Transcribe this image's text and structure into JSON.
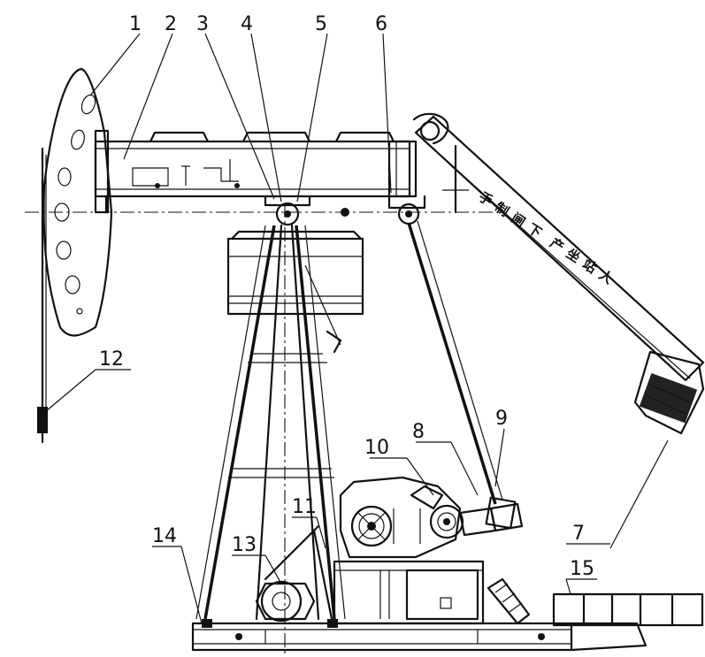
{
  "diagram": {
    "callouts": [
      {
        "id": "c1",
        "label": "1"
      },
      {
        "id": "c2",
        "label": "2"
      },
      {
        "id": "c3",
        "label": "3"
      },
      {
        "id": "c4",
        "label": "4"
      },
      {
        "id": "c5",
        "label": "5"
      },
      {
        "id": "c6",
        "label": "6"
      },
      {
        "id": "c7",
        "label": "7"
      },
      {
        "id": "c8",
        "label": "8"
      },
      {
        "id": "c9",
        "label": "9"
      },
      {
        "id": "c10",
        "label": "10"
      },
      {
        "id": "c11",
        "label": "11"
      },
      {
        "id": "c12",
        "label": "12"
      },
      {
        "id": "c13",
        "label": "13"
      },
      {
        "id": "c14",
        "label": "14"
      },
      {
        "id": "c15",
        "label": "15"
      }
    ],
    "beam_text": [
      "手",
      "制",
      "闸",
      "下",
      "产",
      "坐",
      "站",
      "人"
    ]
  }
}
